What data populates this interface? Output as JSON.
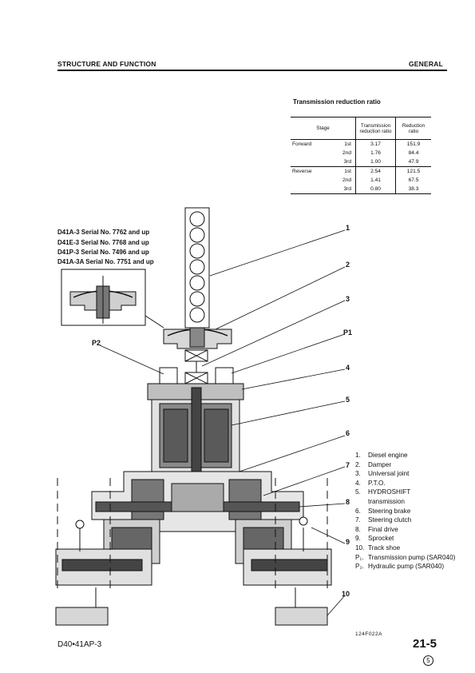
{
  "header": {
    "left": "STRUCTURE AND FUNCTION",
    "right": "GENERAL"
  },
  "table": {
    "title": "Transmission reduction ratio",
    "headers": [
      "Stage",
      "Transmission reduction ratio",
      "Reduction ratio"
    ],
    "rows": [
      {
        "dir": "Forward",
        "gear": "1st",
        "trans": "3.17",
        "red": "151.9"
      },
      {
        "dir": "",
        "gear": "2nd",
        "trans": "1.76",
        "red": "84.4"
      },
      {
        "dir": "",
        "gear": "3rd",
        "trans": "1.00",
        "red": "47.9"
      },
      {
        "dir": "Reverse",
        "gear": "1st",
        "trans": "2.54",
        "red": "121.5"
      },
      {
        "dir": "",
        "gear": "2nd",
        "trans": "1.41",
        "red": "67.5"
      },
      {
        "dir": "",
        "gear": "3rd",
        "trans": "0.80",
        "red": "38.3"
      }
    ]
  },
  "serials": [
    "D41A-3  Serial No. 7762 and up",
    "D41E-3  Serial No. 7768 and up",
    "D41P-3  Serial No. 7496 and up",
    "D41A-3A  Serial No. 7751 and up"
  ],
  "callouts": {
    "c1": "1",
    "c2": "2",
    "c3": "3",
    "cp1": "P1",
    "c4": "4",
    "c5": "5",
    "c6": "6",
    "c7": "7",
    "c8": "8",
    "c9": "9",
    "c10": "10",
    "cp2": "P2"
  },
  "parts": [
    {
      "num": "1.",
      "label": "Diesel engine"
    },
    {
      "num": "2.",
      "label": "Damper"
    },
    {
      "num": "3.",
      "label": "Universal joint"
    },
    {
      "num": "4.",
      "label": "P.T.O."
    },
    {
      "num": "5.",
      "label": "HYDROSHIFT transmission"
    },
    {
      "num": "6.",
      "label": "Steering brake"
    },
    {
      "num": "7.",
      "label": "Steering clutch"
    },
    {
      "num": "8.",
      "label": "Final drive"
    },
    {
      "num": "9.",
      "label": "Sprocket"
    },
    {
      "num": "10.",
      "label": "Track shoe"
    },
    {
      "num": "P₁.",
      "label": "Transmission pump (SAR040)"
    },
    {
      "num": "P₂.",
      "label": "Hydraulic pump (SAR040)"
    }
  ],
  "figure_code": "124F022A",
  "footer": {
    "model": "D40•41AP-3",
    "page": "21-5",
    "revision": "5"
  }
}
